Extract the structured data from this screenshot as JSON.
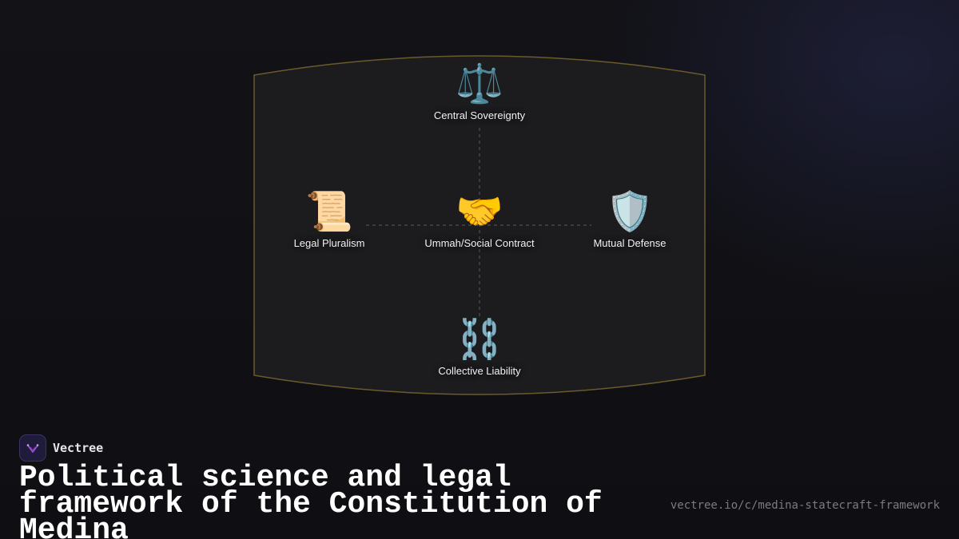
{
  "diagram": {
    "nodes": {
      "top": {
        "icon": "⚖️",
        "icon_name": "scales-icon",
        "label": "Central Sovereignty"
      },
      "left": {
        "icon": "📜",
        "icon_name": "scroll-icon",
        "label": "Legal Pluralism"
      },
      "center": {
        "icon": "🤝",
        "icon_name": "handshake-icon",
        "label": "Ummah/Social Contract"
      },
      "right": {
        "icon": "🛡️",
        "icon_name": "shield-icon",
        "label": "Mutual Defense"
      },
      "bottom": {
        "icon": "⛓️",
        "icon_name": "chains-icon",
        "label": "Collective Liability"
      }
    },
    "colors": {
      "frame_border": "#6b5a2a",
      "frame_fill": "#1c1c1f",
      "connector": "#5a5a60"
    }
  },
  "brand": {
    "name": "Vectree",
    "logo_icon": "vectree-logo-icon",
    "accent": "#a24bd6"
  },
  "title": "Political science and legal framework of the Constitution of Medina",
  "url": "vectree.io/c/medina-statecraft-framework"
}
